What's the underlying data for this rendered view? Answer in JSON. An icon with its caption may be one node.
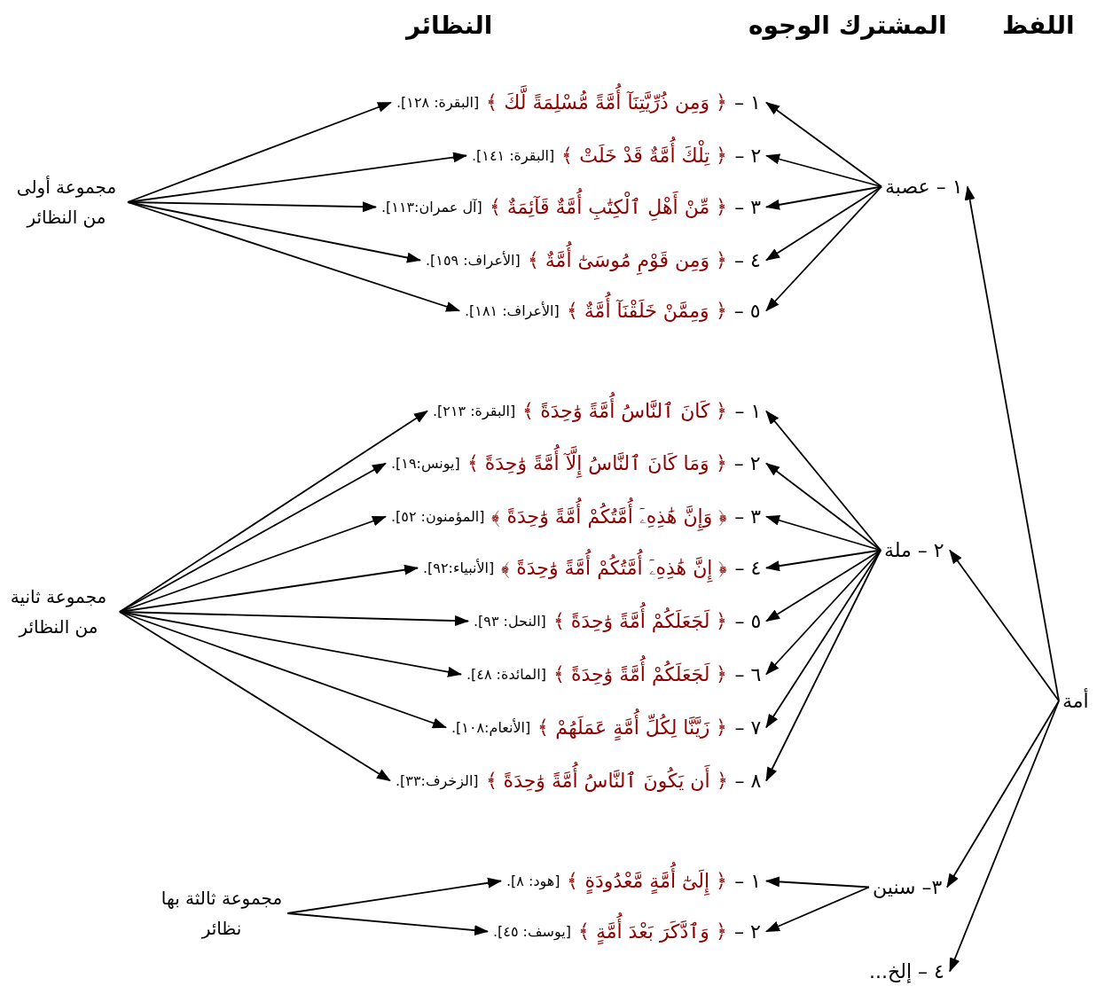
{
  "diagram": {
    "nodes": [
      {
        "text": [
          "أمة"
        ]
      },
      {
        "text": [
          "١ – عصبة"
        ]
      },
      {
        "text": [
          "٢ – ملة"
        ]
      },
      {
        "text": [
          "٣– سنين"
        ]
      },
      {
        "text": [
          "٤ – إلخ..."
        ]
      },
      {
        "text": [
          "١ –",
          "﴿ وَمِن ذُرِّيَّتِنَآ أُمَّةً مُّسْلِمَةً لَّكَ ﴾",
          "[البقرة: ١٢٨]."
        ]
      },
      {
        "text": [
          "٢ –",
          "﴿ تِلْكَ أُمَّةٌ قَدْ خَلَتْ ﴾",
          "[البقرة: ١٤١]."
        ]
      },
      {
        "text": [
          "٣ –",
          "﴿ مِّنْ أَهْلِ ٱلْكِتَٰبِ أُمَّةٌ قَآئِمَةٌ ﴾",
          "[آل عمران:١١٣]."
        ]
      },
      {
        "text": [
          "٤ –",
          "﴿ وَمِن قَوْمِ مُوسَىٰٓ أُمَّةٌ ﴾",
          "[الأعراف: ١٥٩]."
        ]
      },
      {
        "text": [
          "٥ –",
          "﴿ وَمِمَّنْ خَلَقْنَآ أُمَّةٌ ﴾",
          "[الأعراف: ١٨١]."
        ]
      },
      {
        "text": [
          "مجموعة أولى من النظائر"
        ]
      },
      {
        "text": [
          "١ –",
          "﴿ كَانَ ٱلنَّاسُ أُمَّةً وَٰحِدَةً ﴾",
          "[البقرة: ٢١٣]."
        ]
      },
      {
        "text": [
          "٢ –",
          "﴿ وَمَا كَانَ ٱلنَّاسُ إِلَّآ أُمَّةً وَٰحِدَةً ﴾",
          "[يونس:١٩]."
        ]
      },
      {
        "text": [
          "٣ –",
          "﴿ وَإِنَّ هَٰذِهِۦٓ أُمَّتُكُمْ أُمَّةً وَٰحِدَةً ﴾",
          "[المؤمنون: ٥٢]."
        ]
      },
      {
        "text": [
          "٤ –",
          "﴿ إِنَّ هَٰذِهِۦٓ أُمَّتُكُمْ أُمَّةً وَٰحِدَةً ﴾",
          "[الأنبياء:٩٢]."
        ]
      },
      {
        "text": [
          "٥ –",
          "﴿ لَجَعَلَكُمْ أُمَّةً وَٰحِدَةً ﴾",
          "[النحل: ٩٣]."
        ]
      },
      {
        "text": [
          "٦ –",
          "﴿ لَجَعَلَكُمْ أُمَّةً وَٰحِدَةً ﴾",
          "[المائدة: ٤٨]."
        ]
      },
      {
        "text": [
          "٧ –",
          "﴿ زَيَّنَّا لِكُلِّ أُمَّةٍ عَمَلَهُمْ ﴾",
          "[الأنعام:١٠٨]."
        ]
      },
      {
        "text": [
          "٨ –",
          "﴿ أَن يَكُونَ ٱلنَّاسُ أُمَّةً وَٰحِدَةً ﴾",
          "[الزخرف:٣٣]."
        ]
      },
      {
        "text": [
          "مجموعة ثانية من النظائر"
        ]
      },
      {
        "text": [
          "١ –",
          "﴿ إِلَىٰٓ أُمَّةٍ مَّعْدُودَةٍ ﴾",
          "[هود: ٨]."
        ]
      },
      {
        "text": [
          "٢ –",
          "﴿ وَٱدَّكَرَ بَعْدَ أُمَّةٍ ﴾",
          "[يوسف: ٤٥]."
        ]
      },
      {
        "text": [
          "مجموعة ثالثة بها نظائر"
        ]
      }
    ],
    "edges": [
      {
        "from": 0,
        "to": 1,
        "arrow": "to"
      },
      {
        "from": 0,
        "to": 2,
        "arrow": "to"
      },
      {
        "from": 0,
        "to": 3,
        "arrow": "to"
      },
      {
        "from": 0,
        "to": 4,
        "arrow": "to"
      },
      {
        "from": 1,
        "to": 5,
        "arrow": "to"
      },
      {
        "from": 1,
        "to": 6,
        "arrow": "to"
      },
      {
        "from": 1,
        "to": 7,
        "arrow": "to"
      },
      {
        "from": 1,
        "to": 8,
        "arrow": "to"
      },
      {
        "from": 1,
        "to": 9,
        "arrow": "to"
      },
      {
        "from": 10,
        "to": 5,
        "arrow": "to"
      },
      {
        "from": 10,
        "to": 6,
        "arrow": "to"
      },
      {
        "from": 10,
        "to": 7,
        "arrow": "to"
      },
      {
        "from": 10,
        "to": 8,
        "arrow": "to"
      },
      {
        "from": 10,
        "to": 9,
        "arrow": "to"
      },
      {
        "from": 2,
        "to": 11,
        "arrow": "to"
      },
      {
        "from": 2,
        "to": 12,
        "arrow": "to"
      },
      {
        "from": 2,
        "to": 13,
        "arrow": "to"
      },
      {
        "from": 2,
        "to": 14,
        "arrow": "to"
      },
      {
        "from": 2,
        "to": 15,
        "arrow": "to"
      },
      {
        "from": 2,
        "to": 16,
        "arrow": "to"
      },
      {
        "from": 2,
        "to": 17,
        "arrow": "to"
      },
      {
        "from": 2,
        "to": 18,
        "arrow": "to"
      },
      {
        "from": 19,
        "to": 11,
        "arrow": "to"
      },
      {
        "from": 19,
        "to": 12,
        "arrow": "to"
      },
      {
        "from": 19,
        "to": 13,
        "arrow": "to"
      },
      {
        "from": 19,
        "to": 14,
        "arrow": "to"
      },
      {
        "from": 19,
        "to": 15,
        "arrow": "to"
      },
      {
        "from": 19,
        "to": 16,
        "arrow": "to"
      },
      {
        "from": 19,
        "to": 17,
        "arrow": "to"
      },
      {
        "from": 19,
        "to": 18,
        "arrow": "to"
      },
      {
        "from": 3,
        "to": 20,
        "arrow": "to"
      },
      {
        "from": 3,
        "to": 21,
        "arrow": "to"
      },
      {
        "from": 22,
        "to": 20,
        "arrow": "to"
      },
      {
        "from": 22,
        "to": 21,
        "arrow": "to"
      }
    ],
    "labels": [
      "اللفظ",
      "المشترك الوجوه",
      "النظائر"
    ]
  }
}
